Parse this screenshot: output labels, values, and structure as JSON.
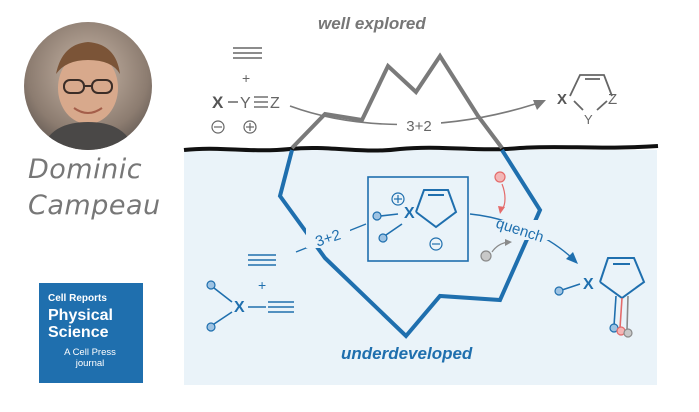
{
  "author": {
    "first_name": "Dominic",
    "last_name": "Campeau"
  },
  "journal": {
    "line1": "Cell Reports",
    "line2": "Physical",
    "line3": "Science",
    "line4": "A Cell Press",
    "line5": "journal"
  },
  "labels": {
    "top": "well explored",
    "bottom": "underdeveloped",
    "top_reaction": "3+2",
    "bottom_reaction": "3+2",
    "quench": "quench",
    "dipole_x": "X",
    "dipole_y": "Y",
    "dipole_z": "Z",
    "plus": "+",
    "product_x": "X",
    "product_y": "Y",
    "product_z": "Z",
    "ylide_x": "X",
    "bottom_x": "X",
    "bottom_product_x": "X"
  },
  "colors": {
    "accent": "#1f6fae",
    "gray": "#7a7a7a",
    "water": "#eaf3f9",
    "red": "#e46a6a"
  }
}
